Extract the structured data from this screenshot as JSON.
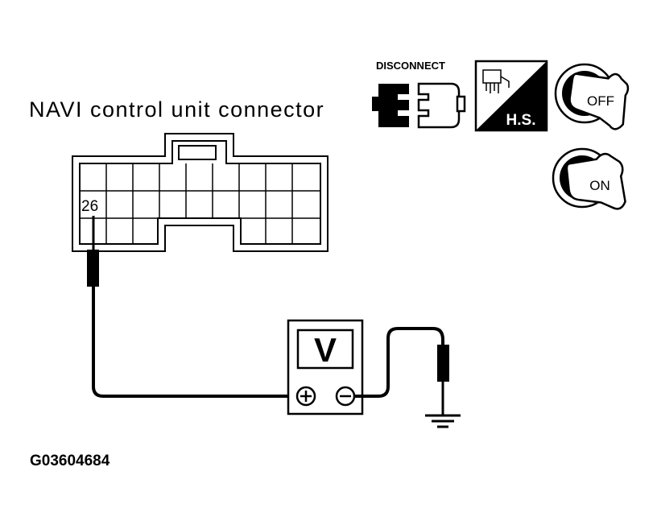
{
  "diagram": {
    "title": "NAVI control unit connector",
    "terminal": "26",
    "figure_code": "G03604684"
  },
  "symbols": {
    "disconnect_label": "DISCONNECT",
    "harness_side_label": "H.S.",
    "ignition_off_label": "OFF",
    "ignition_on_label": "ON"
  },
  "meter": {
    "label": "V"
  }
}
